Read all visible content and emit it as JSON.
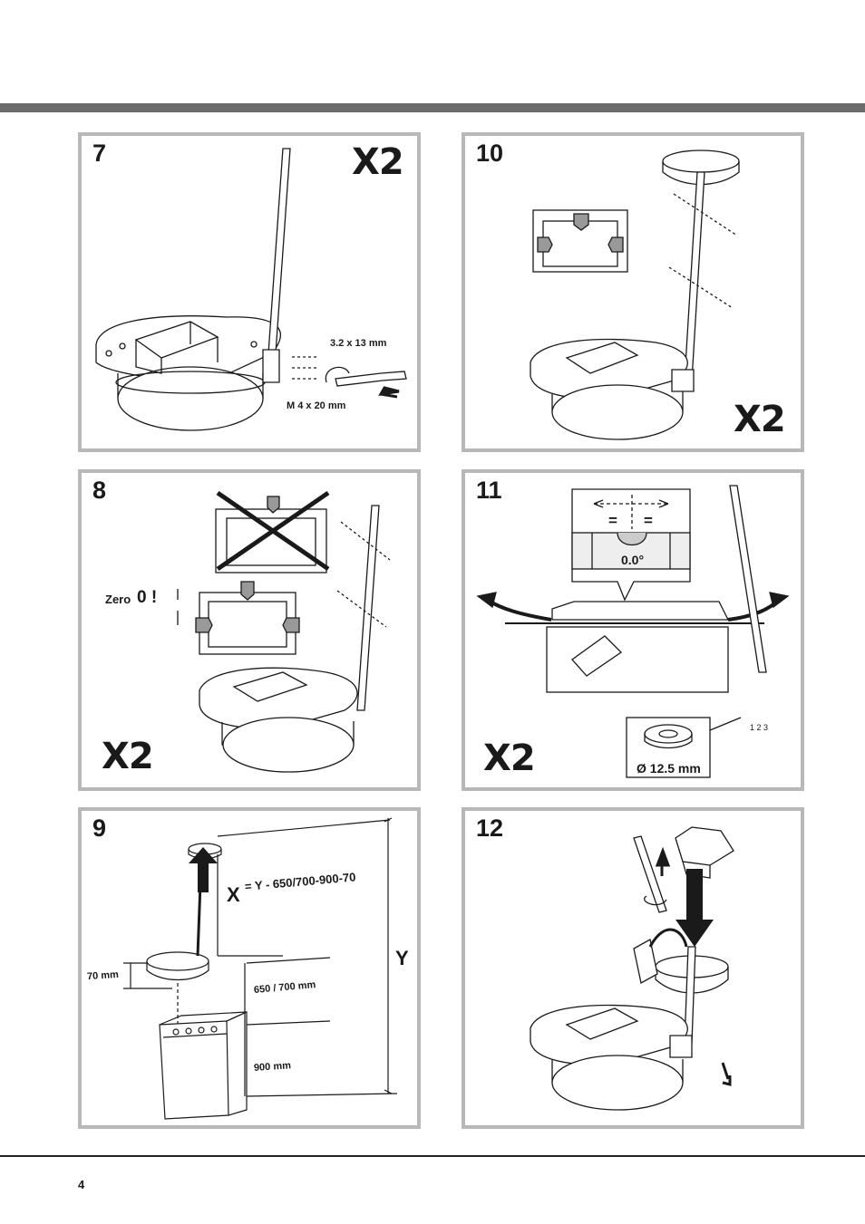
{
  "page_number": "4",
  "steps": {
    "s7": {
      "number": "7",
      "multiplier": "X2",
      "screw_small": "3.2 x 13 mm",
      "screw_large": "M 4 x 20 mm"
    },
    "s10": {
      "number": "10",
      "multiplier": "X2"
    },
    "s8": {
      "number": "8",
      "multiplier": "X2",
      "zero_label": "Zero",
      "zero_value": "0 !"
    },
    "s11": {
      "number": "11",
      "multiplier": "X2",
      "equal_left": "=",
      "equal_right": "=",
      "level_reading": "0.0°",
      "washer_diameter": "Ø 12.5 mm",
      "scale_marks": "1 2 3"
    },
    "s9": {
      "number": "9",
      "x_symbol": "X",
      "formula": "= Y - 650/700-900-70",
      "y_symbol": "Y",
      "dim_70": "70 mm",
      "dim_650": "650 / 700 mm",
      "dim_900": "900 mm"
    },
    "s12": {
      "number": "12"
    }
  },
  "colors": {
    "frame": "#b8b8b8",
    "topbar": "#6b6b6b",
    "line": "#1a1a1a"
  }
}
